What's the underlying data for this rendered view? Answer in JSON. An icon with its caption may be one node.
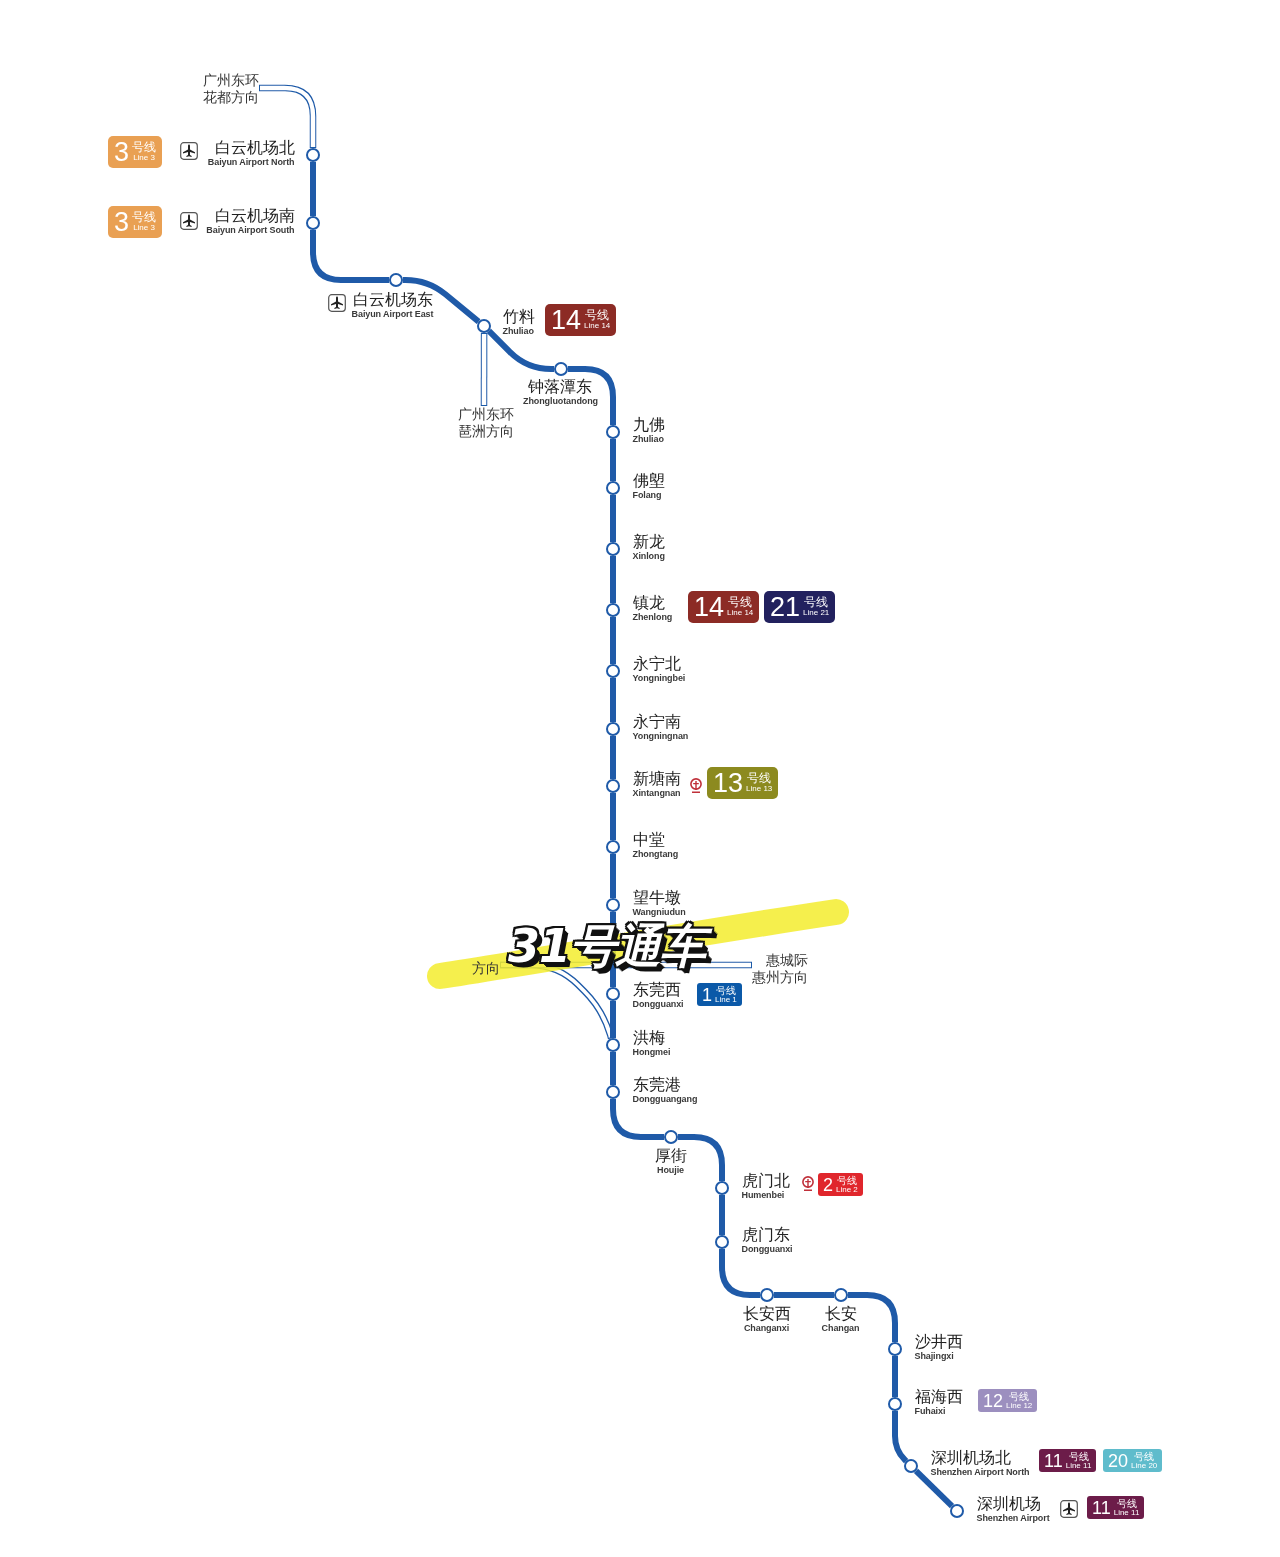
{
  "diagram": {
    "nodes": [
      {
        "text": [
          "广州东环",
          "花都方向"
        ]
      },
      {
        "text": [
          "3",
          "号线",
          "Line 3"
        ]
      },
      {
        "text": [
          "白云机场北",
          "Baiyun Airport North"
        ]
      },
      {
        "text": [
          "3",
          "号线",
          "Line 3"
        ]
      },
      {
        "text": [
          "白云机场南",
          "Baiyun Airport South"
        ]
      },
      {
        "text": [
          "白云机场东",
          "Baiyun Airport East"
        ]
      },
      {
        "text": [
          "竹料",
          "Zhuliao"
        ]
      },
      {
        "text": [
          "14",
          "号线",
          "Line 14"
        ]
      },
      {
        "text": [
          "钟落潭东",
          "Zhongluotandong"
        ]
      },
      {
        "text": [
          "广州东环",
          "琶洲方向"
        ]
      },
      {
        "text": [
          "九佛",
          "Zhuliao"
        ]
      },
      {
        "text": [
          "佛塱",
          "Folang"
        ]
      },
      {
        "text": [
          "新龙",
          "Xinlong"
        ]
      },
      {
        "text": [
          "镇龙",
          "Zhenlong"
        ]
      },
      {
        "text": [
          "14",
          "号线",
          "Line 14"
        ]
      },
      {
        "text": [
          "21",
          "号线",
          "Line 21"
        ]
      },
      {
        "text": [
          "永宁北",
          "Yongningbei"
        ]
      },
      {
        "text": [
          "永宁南",
          "Yongningnan"
        ]
      },
      {
        "text": [
          "新塘南",
          "Xintangnan"
        ]
      },
      {
        "text": [
          "13",
          "号线",
          "Line 13"
        ]
      },
      {
        "text": [
          "中堂",
          "Zhongtang"
        ]
      },
      {
        "text": [
          "望牛墩",
          "Wangniudun"
        ]
      },
      {
        "text": [
          "方向"
        ]
      },
      {
        "text": [
          "惠城际",
          "惠州方向"
        ]
      },
      {
        "text": [
          "东莞西",
          "Dongguanxi"
        ]
      },
      {
        "text": [
          "1",
          "号线",
          "Line 1"
        ]
      },
      {
        "text": [
          "洪梅",
          "Hongmei"
        ]
      },
      {
        "text": [
          "东莞港",
          "Dongguangang"
        ]
      },
      {
        "text": [
          "厚街",
          "Houjie"
        ]
      },
      {
        "text": [
          "虎门北",
          "Humenbei"
        ]
      },
      {
        "text": [
          "2",
          "号线",
          "Line 2"
        ]
      },
      {
        "text": [
          "虎门东",
          "Dongguanxi"
        ]
      },
      {
        "text": [
          "长安西",
          "Changanxi"
        ]
      },
      {
        "text": [
          "长安",
          "Changan"
        ]
      },
      {
        "text": [
          "沙井西",
          "Shajingxi"
        ]
      },
      {
        "text": [
          "福海西",
          "Fuhaixi"
        ]
      },
      {
        "text": [
          "12",
          "号线",
          "Line 12"
        ]
      },
      {
        "text": [
          "深圳机场北",
          "Shenzhen Airport North"
        ]
      },
      {
        "text": [
          "11",
          "号线",
          "Line 11"
        ]
      },
      {
        "text": [
          "20",
          "号线",
          "Line 20"
        ]
      },
      {
        "text": [
          "深圳机场",
          "Shenzhen Airport"
        ]
      },
      {
        "text": [
          "11",
          "号线",
          "Line 11"
        ]
      }
    ],
    "edges": [
      {
        "from": 0,
        "to": 2,
        "arrow": "none"
      },
      {
        "from": 2,
        "to": 4,
        "arrow": "none"
      },
      {
        "from": 4,
        "to": 5,
        "arrow": "none"
      },
      {
        "from": 5,
        "to": 6,
        "arrow": "none"
      },
      {
        "from": 6,
        "to": 8,
        "arrow": "none"
      },
      {
        "from": 6,
        "to": 9,
        "arrow": "none"
      },
      {
        "from": 8,
        "to": 10,
        "arrow": "none"
      },
      {
        "from": 10,
        "to": 11,
        "arrow": "none"
      },
      {
        "from": 11,
        "to": 12,
        "arrow": "none"
      },
      {
        "from": 12,
        "to": 13,
        "arrow": "none"
      },
      {
        "from": 13,
        "to": 16,
        "arrow": "none"
      },
      {
        "from": 16,
        "to": 17,
        "arrow": "none"
      },
      {
        "from": 17,
        "to": 18,
        "arrow": "none"
      },
      {
        "from": 18,
        "to": 20,
        "arrow": "none"
      },
      {
        "from": 20,
        "to": 21,
        "arrow": "none"
      },
      {
        "from": 21,
        "to": 24,
        "arrow": "none"
      },
      {
        "from": 22,
        "to": 23,
        "arrow": "none"
      },
      {
        "from": 22,
        "to": 26,
        "arrow": "none"
      },
      {
        "from": 24,
        "to": 26,
        "arrow": "none"
      },
      {
        "from": 26,
        "to": 27,
        "arrow": "none"
      },
      {
        "from": 27,
        "to": 28,
        "arrow": "none"
      },
      {
        "from": 28,
        "to": 29,
        "arrow": "none"
      },
      {
        "from": 29,
        "to": 31,
        "arrow": "none"
      },
      {
        "from": 31,
        "to": 32,
        "arrow": "none"
      },
      {
        "from": 32,
        "to": 33,
        "arrow": "none"
      },
      {
        "from": 33,
        "to": 34,
        "arrow": "none"
      },
      {
        "from": 34,
        "to": 35,
        "arrow": "none"
      },
      {
        "from": 35,
        "to": 37,
        "arrow": "none"
      },
      {
        "from": 37,
        "to": 40,
        "arrow": "none"
      }
    ],
    "labels": [
      "31号通车"
    ]
  }
}
